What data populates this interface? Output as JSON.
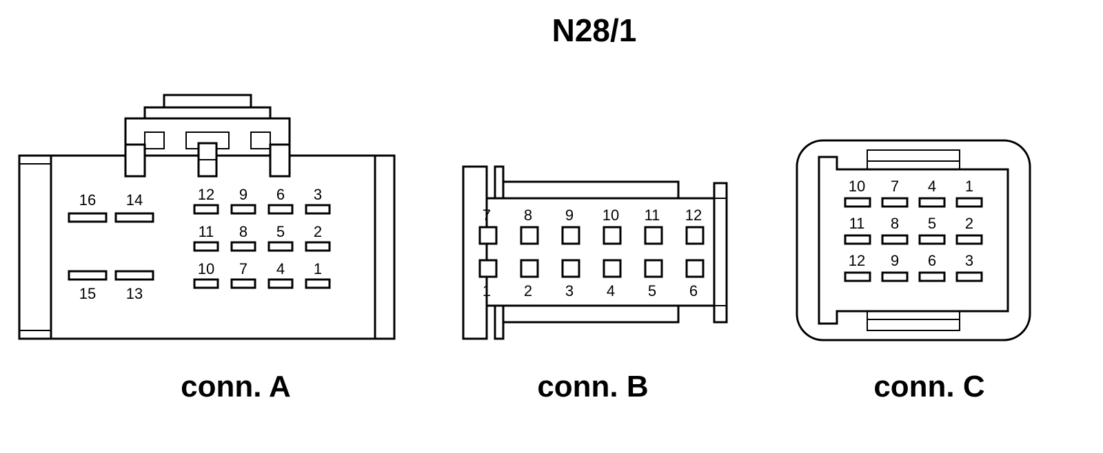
{
  "title": "N28/1",
  "connectors": {
    "a": {
      "label": "conn. A",
      "pins": [
        {
          "num": "16"
        },
        {
          "num": "14"
        },
        {
          "num": "15"
        },
        {
          "num": "13"
        },
        {
          "num": "12"
        },
        {
          "num": "9"
        },
        {
          "num": "6"
        },
        {
          "num": "3"
        },
        {
          "num": "11"
        },
        {
          "num": "8"
        },
        {
          "num": "5"
        },
        {
          "num": "2"
        },
        {
          "num": "10"
        },
        {
          "num": "7"
        },
        {
          "num": "4"
        },
        {
          "num": "1"
        }
      ]
    },
    "b": {
      "label": "conn. B",
      "pins": [
        {
          "num": "7"
        },
        {
          "num": "8"
        },
        {
          "num": "9"
        },
        {
          "num": "10"
        },
        {
          "num": "11"
        },
        {
          "num": "12"
        },
        {
          "num": "1"
        },
        {
          "num": "2"
        },
        {
          "num": "3"
        },
        {
          "num": "4"
        },
        {
          "num": "5"
        },
        {
          "num": "6"
        }
      ]
    },
    "c": {
      "label": "conn. C",
      "pins": [
        {
          "num": "10"
        },
        {
          "num": "7"
        },
        {
          "num": "4"
        },
        {
          "num": "1"
        },
        {
          "num": "11"
        },
        {
          "num": "8"
        },
        {
          "num": "5"
        },
        {
          "num": "2"
        },
        {
          "num": "12"
        },
        {
          "num": "9"
        },
        {
          "num": "6"
        },
        {
          "num": "3"
        }
      ]
    }
  },
  "colors": {
    "stroke": "#000000",
    "background": "#ffffff"
  }
}
